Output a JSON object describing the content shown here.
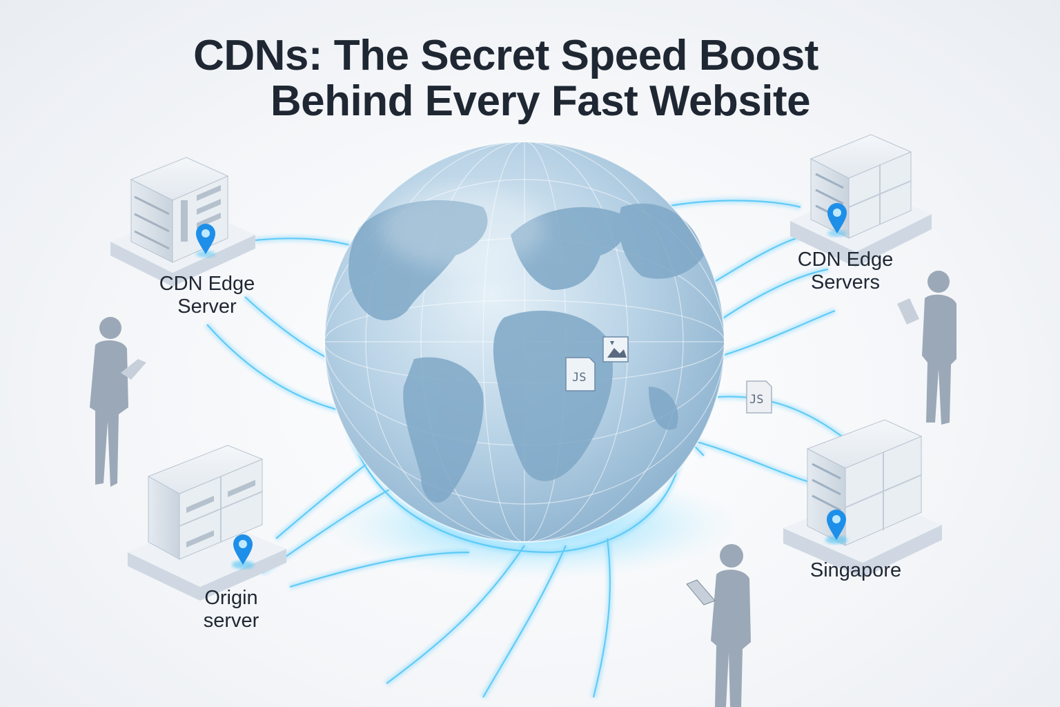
{
  "title": {
    "line1": "CDNs: The Secret Speed Boost",
    "line2": "Behind Every Fast Website"
  },
  "nodes": {
    "edge_server_left": "CDN Edge\nServer",
    "edge_servers_right": "CDN Edge\nServers",
    "origin_server": "Origin\nserver",
    "singapore": "Singapore"
  },
  "files": {
    "js_tag": "JS"
  },
  "icons": [
    "server-rack-icon",
    "location-pin-icon",
    "globe-icon",
    "person-icon",
    "js-file-icon",
    "image-file-icon"
  ],
  "colors": {
    "title": "#1f2733",
    "accent_glow": "#3ec4f5",
    "globe_ocean": "#a9c8de",
    "globe_land": "#7ea7c6",
    "server_body": "#dfe5ec",
    "pin": "#1e8fe8",
    "person": "#9aa7b6"
  }
}
